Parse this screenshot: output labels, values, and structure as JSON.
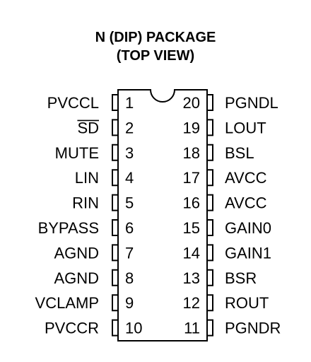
{
  "header": {
    "title_line1": "N (DIP) PACKAGE",
    "title_line2": "(TOP VIEW)"
  },
  "package": {
    "notch_icon": "semicircle-notch",
    "pins_left": [
      {
        "number": "1",
        "name": "PVCCL",
        "overline": false
      },
      {
        "number": "2",
        "name": "SD",
        "overline": true
      },
      {
        "number": "3",
        "name": "MUTE",
        "overline": false
      },
      {
        "number": "4",
        "name": "LIN",
        "overline": false
      },
      {
        "number": "5",
        "name": "RIN",
        "overline": false
      },
      {
        "number": "6",
        "name": "BYPASS",
        "overline": false
      },
      {
        "number": "7",
        "name": "AGND",
        "overline": false
      },
      {
        "number": "8",
        "name": "AGND",
        "overline": false
      },
      {
        "number": "9",
        "name": "VCLAMP",
        "overline": false
      },
      {
        "number": "10",
        "name": "PVCCR",
        "overline": false
      }
    ],
    "pins_right": [
      {
        "number": "20",
        "name": "PGNDL",
        "overline": false
      },
      {
        "number": "19",
        "name": "LOUT",
        "overline": false
      },
      {
        "number": "18",
        "name": "BSL",
        "overline": false
      },
      {
        "number": "17",
        "name": "AVCC",
        "overline": false
      },
      {
        "number": "16",
        "name": "AVCC",
        "overline": false
      },
      {
        "number": "15",
        "name": "GAIN0",
        "overline": false
      },
      {
        "number": "14",
        "name": "GAIN1",
        "overline": false
      },
      {
        "number": "13",
        "name": "BSR",
        "overline": false
      },
      {
        "number": "12",
        "name": "ROUT",
        "overline": false
      },
      {
        "number": "11",
        "name": "PGNDR",
        "overline": false
      }
    ]
  }
}
